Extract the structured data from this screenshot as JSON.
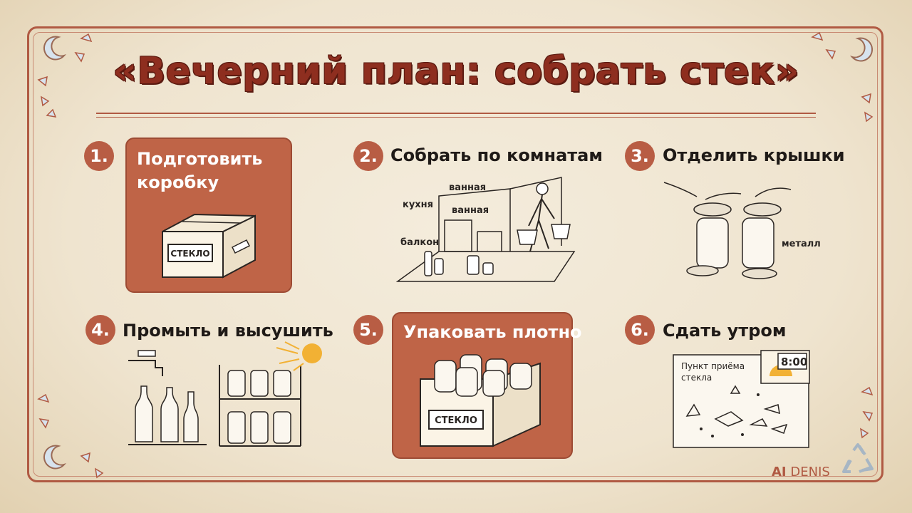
{
  "title": "«Вечерний план: собрать стек»",
  "steps": [
    {
      "number": "1.",
      "label": "Подготовить\nкоробку",
      "box_label": "СТЕКЛО"
    },
    {
      "number": "2.",
      "label": "Собрать по комнатам",
      "rooms": [
        "ванная",
        "кухня",
        "ванная",
        "балкон"
      ]
    },
    {
      "number": "3.",
      "label": "Отделить крышки",
      "note": "металл"
    },
    {
      "number": "4.",
      "label": "Промыть и высушить"
    },
    {
      "number": "5.",
      "label": "Упаковать плотно",
      "box_label": "СТЕКЛО"
    },
    {
      "number": "6.",
      "label": "Сдать утром",
      "sign": "Пункт приёма стекла",
      "time": "8:00"
    }
  ],
  "brand": {
    "prefix": "AI",
    "name": "DENIS"
  },
  "colors": {
    "accent": "#b85d44",
    "title": "#8e2e1f",
    "paper": "#f2e9d8"
  },
  "icons": [
    "box-icon",
    "woman-with-basket-icon",
    "jars-with-lids-icon",
    "faucet-bottles-icon",
    "sun-icon",
    "packed-box-icon",
    "collection-point-icon",
    "recycle-icon",
    "moon-icon"
  ]
}
